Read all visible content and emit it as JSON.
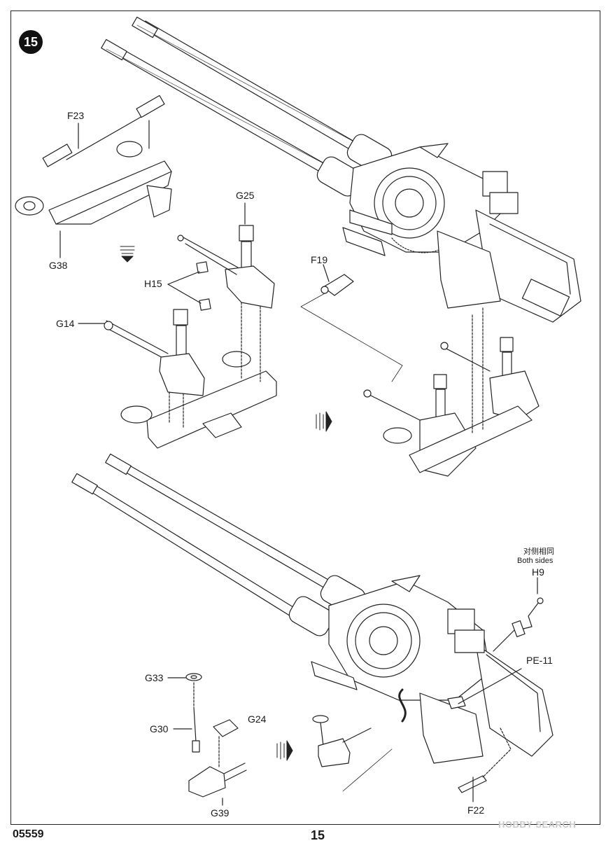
{
  "step": "15",
  "labels": {
    "f23": "F23",
    "g38": "G38",
    "g25": "G25",
    "h15": "H15",
    "g14": "G14",
    "f19": "F19",
    "g33": "G33",
    "g30": "G30",
    "g24": "G24",
    "g39": "G39",
    "pe11": "PE-11",
    "f22": "F22",
    "h9": "H9",
    "both_sides_cn": "对侧相同",
    "both_sides_en": "Both sides"
  },
  "footer": {
    "code": "05559",
    "page": "15"
  },
  "watermark": "HOBBY SEARCH"
}
